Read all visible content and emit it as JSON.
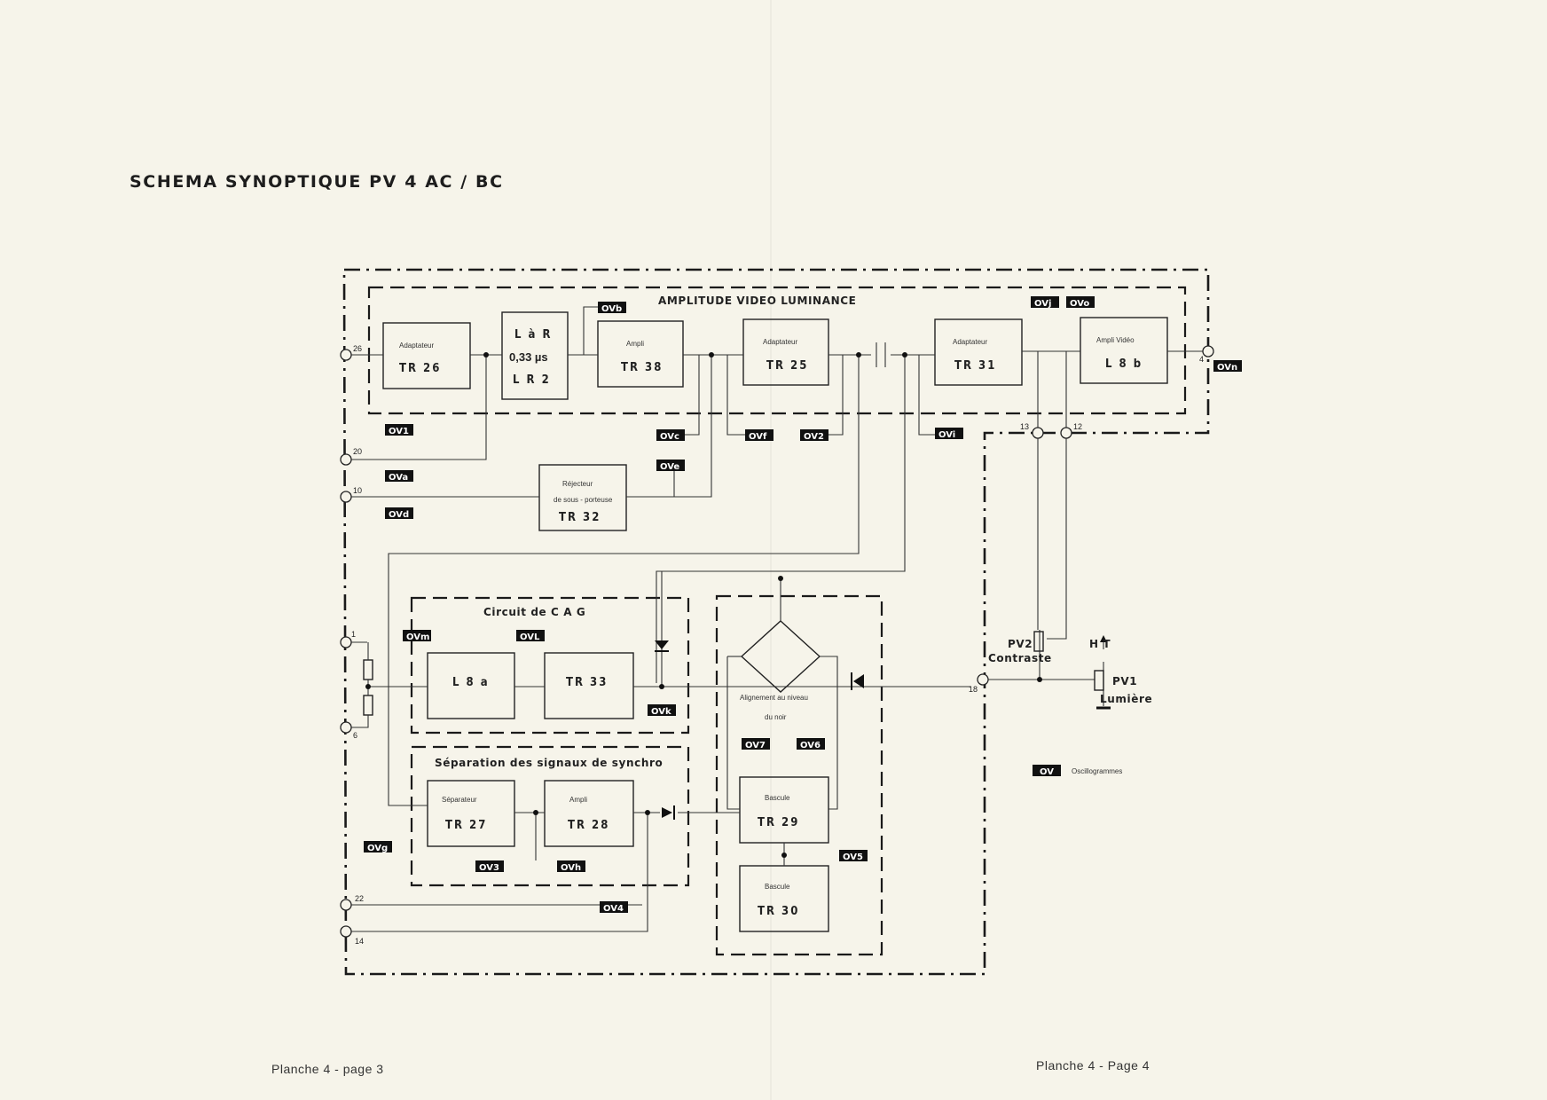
{
  "title": "SCHEMA  SYNOPTIQUE  PV 4 AC / BC",
  "footer_left": "Planche 4   -   page 3",
  "footer_right": "Planche 4   -   Page 4",
  "sections": {
    "amplitude": "AMPLITUDE VIDEO LUMINANCE",
    "cag": "Circuit de C A G",
    "synchro": "Séparation des signaux de synchro",
    "alignement": [
      "Alignement au niveau",
      "du  noir"
    ]
  },
  "blocks": {
    "tr26": [
      "Adaptateur",
      "TR 26"
    ],
    "lar": [
      "L à R",
      "0,33 µs",
      "L R 2"
    ],
    "tr38": [
      "Ampli",
      "TR 38"
    ],
    "tr25": [
      "Adaptateur",
      "TR 25"
    ],
    "tr31": [
      "Adaptateur",
      "TR 31"
    ],
    "l8b": [
      "Ampli  Vidéo",
      "L 8 b"
    ],
    "tr32": [
      "Réjecteur",
      "de sous - porteuse",
      "TR 32"
    ],
    "l8a": [
      "L 8 a"
    ],
    "tr33": [
      "TR 33"
    ],
    "tr27": [
      "Séparateur",
      "TR 27"
    ],
    "tr28": [
      "Ampli",
      "TR 28"
    ],
    "tr29": [
      "Bascule",
      "TR 29"
    ],
    "tr30": [
      "Bascule",
      "TR 30"
    ]
  },
  "ov_tags": {
    "ov1": "OV1",
    "ova": "OVa",
    "ovd": "OVd",
    "ovb": "OVb",
    "ovc": "OVc",
    "ove": "OVe",
    "ovf": "OVf",
    "ov2": "OV2",
    "ovi": "OVi",
    "ovj": "OVj",
    "ovo": "OVo",
    "ovn": "OVn",
    "ovm": "OVm",
    "ovl": "OVL",
    "ovk": "OVk",
    "ov7": "OV7",
    "ov6": "OV6",
    "ovg": "OVg",
    "ov3": "OV3",
    "ovh": "OVh",
    "ov4": "OV4",
    "ov5": "OV5"
  },
  "pins": {
    "p26": "26",
    "p20": "20",
    "p10": "10",
    "p1": "1",
    "p6": "6",
    "p22": "22",
    "p14": "14",
    "p4": "4",
    "p13": "13",
    "p12": "12",
    "p18": "18"
  },
  "components": {
    "pv2": [
      "PV2",
      "Contraste"
    ],
    "pv1": [
      "PV1",
      "Lumière"
    ],
    "ht": "H T"
  },
  "legend": {
    "tag": "OV",
    "text": "Oscillogrammes"
  }
}
